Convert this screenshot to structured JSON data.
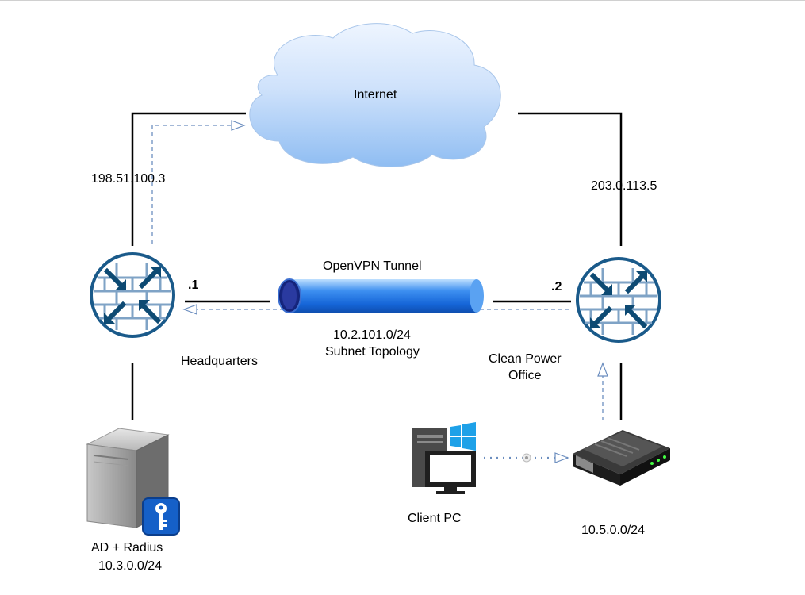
{
  "cloud": {
    "label": "Internet"
  },
  "hq": {
    "wan_ip": "198.51.100.3",
    "tunnel_ip": ".1",
    "name": "Headquarters"
  },
  "remote": {
    "wan_ip": "203.0.113.5",
    "tunnel_ip": ".2",
    "name_line1": "Clean Power",
    "name_line2": "Office",
    "lan_subnet": "10.5.0.0/24"
  },
  "tunnel": {
    "label": "OpenVPN Tunnel",
    "subnet": "10.2.101.0/24",
    "topology": "Subnet Topology"
  },
  "server": {
    "name": "AD + Radius",
    "subnet": "10.3.0.0/24"
  },
  "client": {
    "name": "Client PC"
  },
  "colors": {
    "line": "#000000",
    "dashed_arrow": "#6c8ebf",
    "firewall_blue": "#1a5a8a",
    "cloud_fill": "#dae8fc",
    "tunnel_blue": "#1f6fde"
  },
  "icons": {
    "hq_firewall": "firewall-router-icon",
    "remote_firewall": "firewall-router-icon",
    "server": "server-key-icon",
    "client": "windows-pc-icon",
    "modem": "modem-icon",
    "cloud": "cloud-icon"
  }
}
